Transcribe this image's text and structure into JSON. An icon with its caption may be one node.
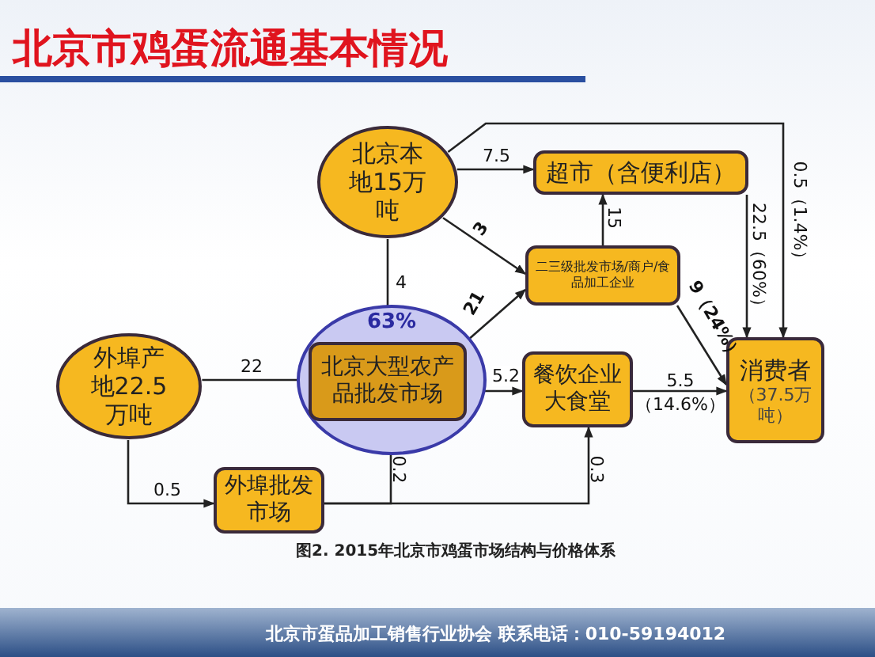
{
  "diagram": {
    "title": "北京市鸡蛋流通基本情况",
    "caption": "图2. 2015年北京市鸡蛋市场结构与价格体系",
    "nodes": [
      {
        "text": [
          "北京本地15万吨"
        ]
      },
      {
        "text": [
          "超市（含便利店）"
        ]
      },
      {
        "text": [
          "二三级批发市场/商户/食品加工企业"
        ]
      },
      {
        "text": [
          "外埠产地22.5万吨"
        ]
      },
      {
        "text": [
          "63%"
        ]
      },
      {
        "text": [
          "北京大型农产品批发市场"
        ],
        "in": 4
      },
      {
        "text": [
          "餐饮企业大食堂"
        ]
      },
      {
        "text": [
          "消费者",
          "（37.5万吨）"
        ]
      },
      {
        "text": [
          "外埠批发市场"
        ]
      }
    ],
    "edges": [
      {
        "from": 0,
        "to": 1,
        "arrow": "to",
        "label": "7.5"
      },
      {
        "from": 0,
        "to": 2,
        "arrow": "to",
        "label": "3"
      },
      {
        "from": 0,
        "to": 5,
        "arrow": "to",
        "label": "4"
      },
      {
        "from": 0,
        "to": 7,
        "arrow": "to",
        "label": "0.5（1.4%）"
      },
      {
        "from": 1,
        "to": 7,
        "arrow": "to",
        "label": "22.5（60%）"
      },
      {
        "from": 2,
        "to": 1,
        "arrow": "to",
        "label": "15"
      },
      {
        "from": 2,
        "to": 7,
        "arrow": "to",
        "label": "9（24%）"
      },
      {
        "from": 5,
        "to": 2,
        "arrow": "to",
        "label": "21"
      },
      {
        "from": 5,
        "to": 6,
        "arrow": "to",
        "label": "5.2"
      },
      {
        "from": 6,
        "to": 7,
        "arrow": "to",
        "label": "5.5（14.6%）"
      },
      {
        "from": 3,
        "to": 5,
        "arrow": "to",
        "label": "22"
      },
      {
        "from": 3,
        "to": 8,
        "arrow": "to",
        "label": "0.5"
      },
      {
        "from": 8,
        "to": 5,
        "arrow": "to",
        "label": "0.2"
      },
      {
        "from": 8,
        "to": 6,
        "arrow": "to",
        "label": "0.3"
      }
    ],
    "labels": [
      "北京市蛋品加工销售行业协会 联系电话：010-59194012"
    ]
  }
}
